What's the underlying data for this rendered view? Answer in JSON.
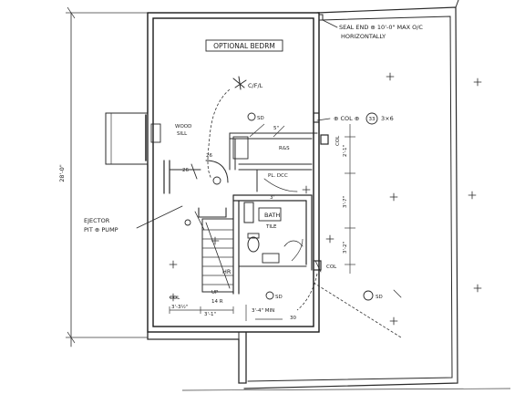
{
  "labels": {
    "optional_bedroom": "OPTIONAL BEDRM",
    "fan_light": "C/F/L",
    "seal_note_line1": "SEAL END ⊕ 10'-0\" MAX O/C",
    "seal_note_line2": "HORIZONTALLY",
    "col_note": "⊕ COL ⊕",
    "col_tag": "33",
    "col_size": "3×6",
    "wood_sill_1": "WOOD",
    "wood_sill_2": "SILL",
    "ras": "R&S",
    "pl_dcc": "PL. DCC",
    "bath": "BATH",
    "tile": "TILE",
    "ejector_1": "EJECTOR",
    "ejector_2": "PIT ⊕ PUMP",
    "hr": "HR",
    "up": "UP",
    "up_risers": "14 R",
    "min_1": "3'-4\" MIN",
    "dim_overall": "28'-0\"",
    "dim_r1": "2'-1\"",
    "dim_r2": "3'-7\"",
    "dim_r3": "3'-2\"",
    "dim_b1": "3'-3½\"",
    "dim_b2": "3'-1\"",
    "dim_26a": "26",
    "dim_26b": "26",
    "dim_30": "30",
    "dim_3a": "3'",
    "dim_5": "5\"",
    "dim_col": "COL",
    "dim_col2": "COL",
    "dim_col3": "COL"
  },
  "colors": {
    "ink": "#1a1a1a",
    "paper": "#ffffff"
  }
}
